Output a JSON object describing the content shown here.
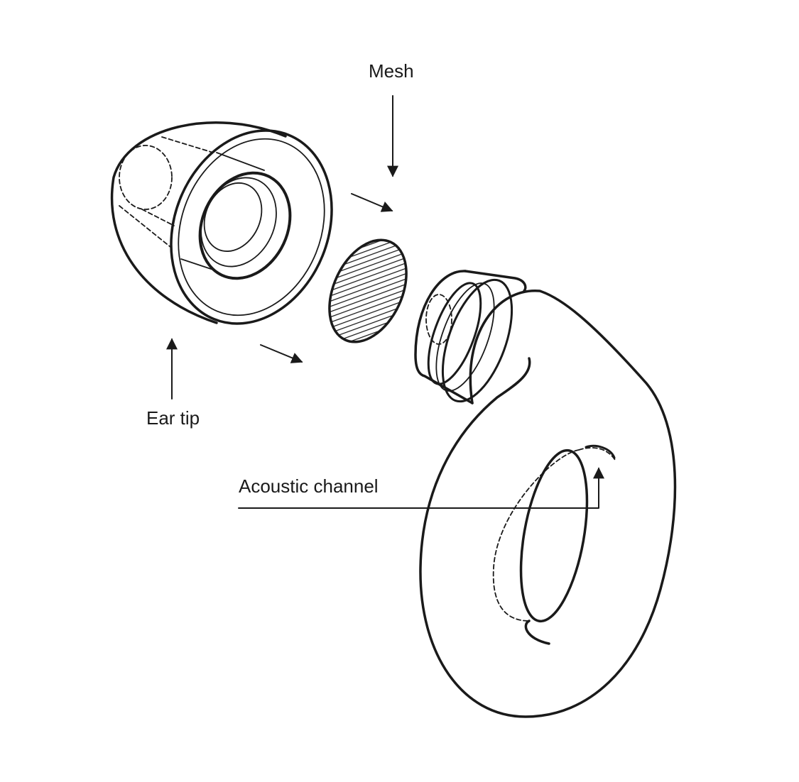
{
  "labels": {
    "mesh": "Mesh",
    "ear_tip": "Ear tip",
    "acoustic_channel": "Acoustic channel"
  },
  "colors": {
    "stroke": "#1a1a1a",
    "background": "#ffffff"
  }
}
